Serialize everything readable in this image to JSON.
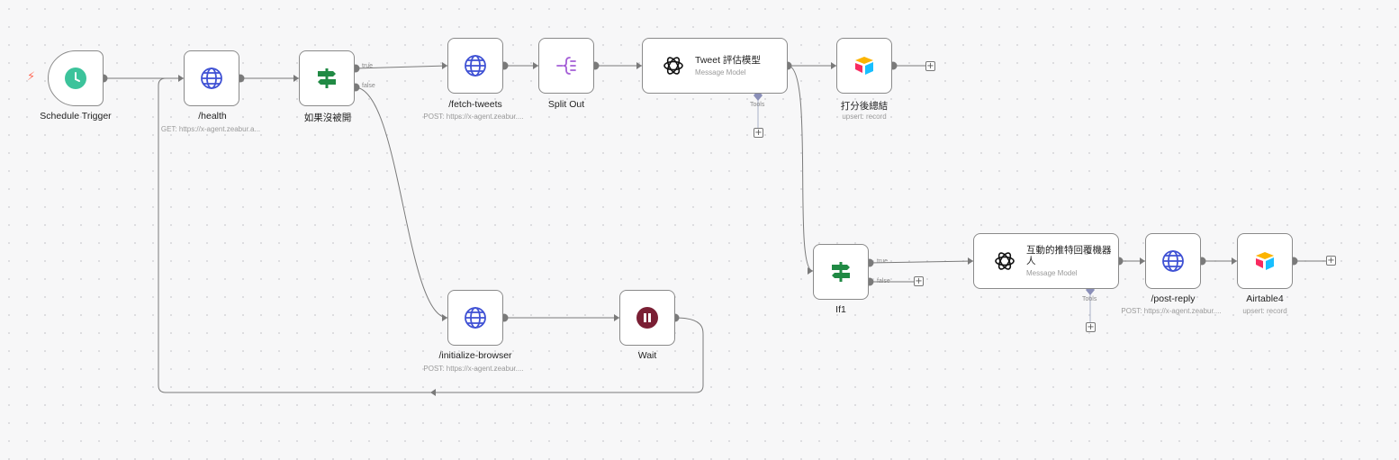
{
  "nodes": {
    "schedule_trigger": {
      "label": "Schedule Trigger",
      "icon": "clock-icon"
    },
    "health": {
      "label": "/health",
      "sub": "GET: https://x-agent.zeabur.a...",
      "icon": "globe-icon"
    },
    "if_not_open": {
      "label": "如果沒被開",
      "icon": "signpost-icon"
    },
    "fetch_tweets": {
      "label": "/fetch-tweets",
      "sub": "POST: https://x-agent.zeabur....",
      "icon": "globe-icon"
    },
    "split_out": {
      "label": "Split Out",
      "icon": "split-icon"
    },
    "tweet_model": {
      "title": "Tweet 評估模型",
      "subtitle": "Message Model",
      "tools_label": "Tools",
      "icon": "openai-icon"
    },
    "score_summary": {
      "label": "打分後總結",
      "sub": "upsert: record",
      "icon": "airtable-icon"
    },
    "init_browser": {
      "label": "/initialize-browser",
      "sub": "POST: https://x-agent.zeabur....",
      "icon": "globe-icon"
    },
    "wait": {
      "label": "Wait",
      "icon": "pause-icon"
    },
    "if1": {
      "label": "If1",
      "icon": "signpost-icon"
    },
    "reply_bot": {
      "title_line1": "互動的推特回覆機器",
      "title_line2": "人",
      "subtitle": "Message Model",
      "tools_label": "Tools",
      "icon": "openai-icon"
    },
    "post_reply": {
      "label": "/post-reply",
      "sub": "POST: https://x-agent.zeabur....",
      "icon": "globe-icon"
    },
    "airtable4": {
      "label": "Airtable4",
      "sub": "upsert: record",
      "icon": "airtable-icon"
    }
  },
  "ports": {
    "true_label": "true",
    "false_label": "false"
  },
  "add_symbol": "+",
  "colors": {
    "edge": "#7a7a7a",
    "clock": "#3cc39b",
    "globe": "#3f51d4",
    "signpost": "#208a44",
    "split": "#a45ed6",
    "wait": "#7a1f34",
    "trigger_bolt": "#ff6d5a"
  }
}
